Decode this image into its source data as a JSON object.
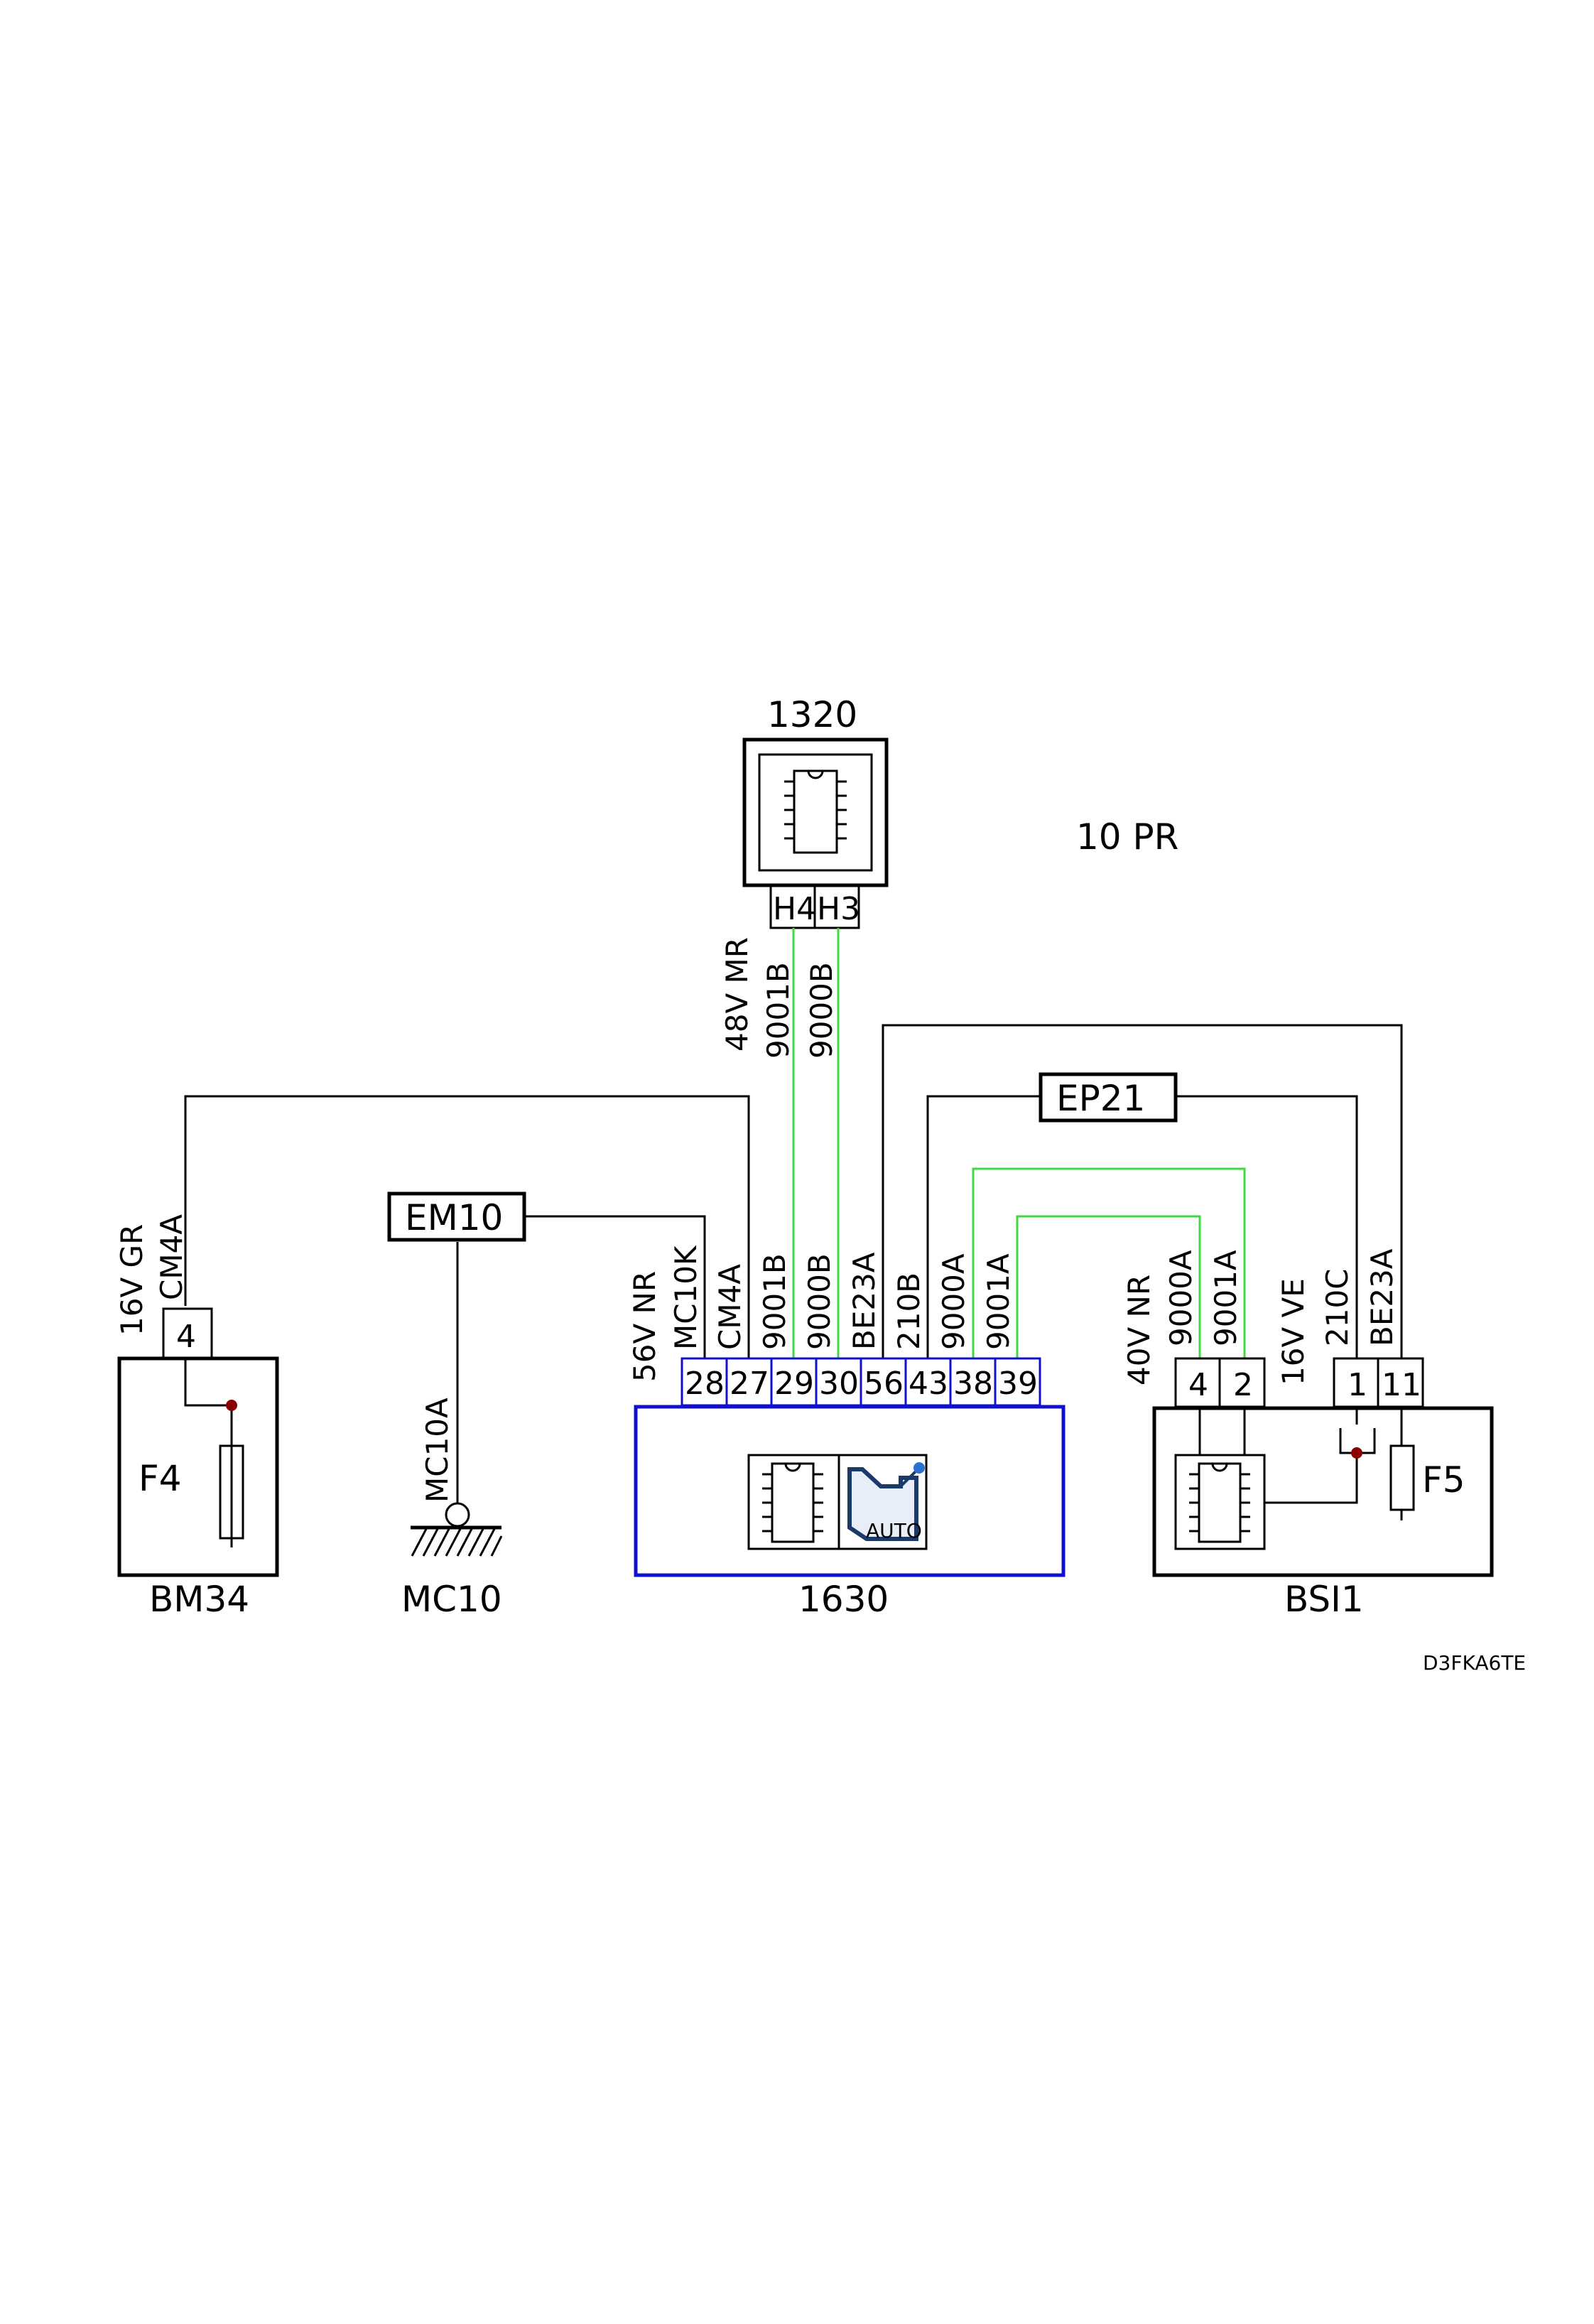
{
  "title": "10 PR",
  "reference": "D3FKA6TE",
  "components": {
    "ecu_1320": {
      "name": "1320",
      "pins": [
        "H4",
        "H3"
      ]
    },
    "ecu_1630": {
      "name": "1630",
      "pins": [
        "28",
        "27",
        "29",
        "30",
        "56",
        "43",
        "38",
        "39"
      ],
      "icon_text": "AUTO"
    },
    "bsi": {
      "name": "BSI1",
      "pins": [
        "4",
        "2",
        "1",
        "11"
      ],
      "fuse": "F5"
    },
    "bm34": {
      "name": "BM34",
      "pin": "4",
      "fuse": "F4"
    },
    "mc10": {
      "name": "MC10"
    },
    "em10": {
      "name": "EM10"
    },
    "ep21": {
      "name": "EP21"
    }
  },
  "connector_labels": {
    "top_harness": "48V MR",
    "top_wire_1": "9001B",
    "top_wire_2": "9000B",
    "bm34_harness": "16V GR",
    "bm34_wire": "CM4A",
    "mc10_wire": "MC10A",
    "c1630_harness": "56V NR",
    "c1630_w1": "MC10K",
    "c1630_w2": "CM4A",
    "c1630_w3": "9001B",
    "c1630_w4": "9000B",
    "c1630_w5": "BE23A",
    "c1630_w6": "210B",
    "c1630_w7": "9000A",
    "c1630_w8": "9001A",
    "bsi_harness_a": "40V NR",
    "bsi_w1": "9000A",
    "bsi_w2": "9001A",
    "bsi_harness_b": "16V VE",
    "bsi_w3": "210C",
    "bsi_w4": "BE23A"
  },
  "colors": {
    "wire": "#000000",
    "can_bus": "#40d840",
    "ecu_outline": "#1010d0",
    "junction": "#8b0000"
  }
}
